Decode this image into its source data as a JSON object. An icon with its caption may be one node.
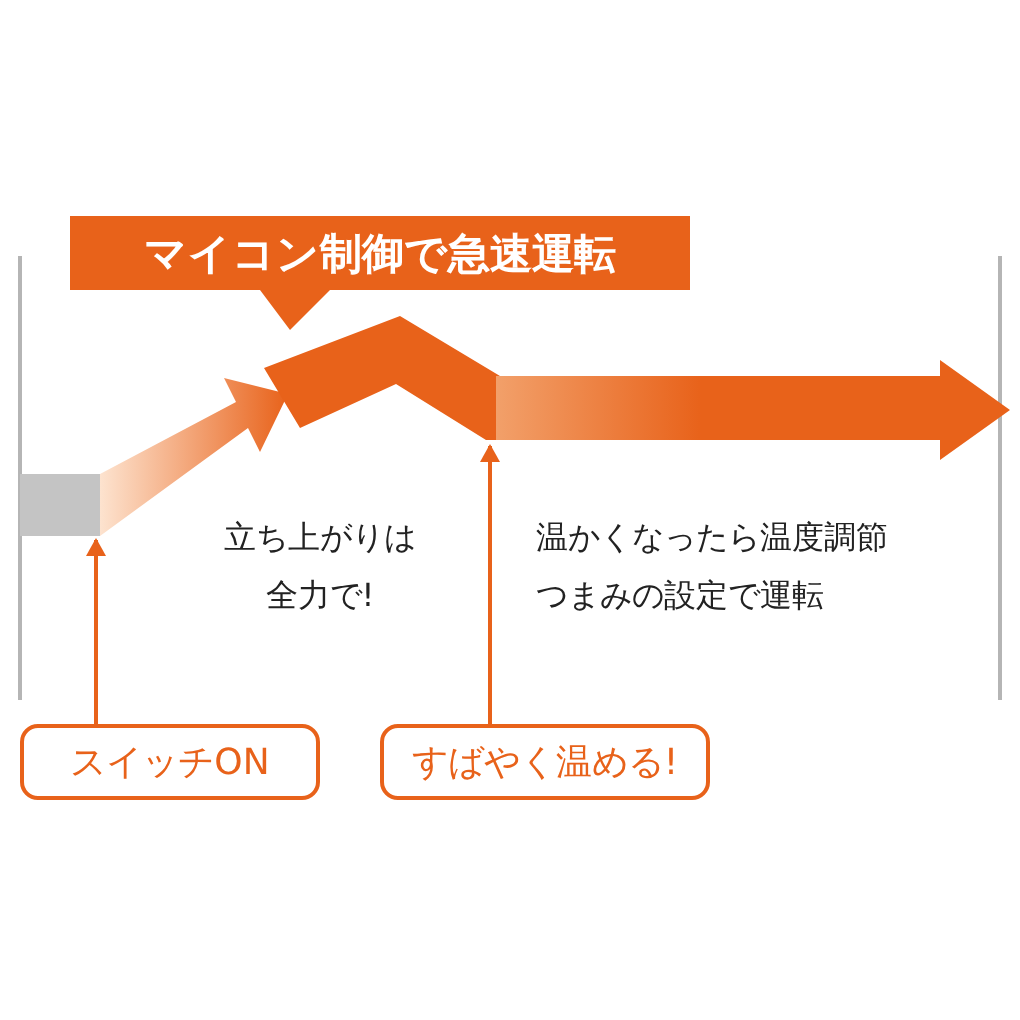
{
  "diagram": {
    "nodes": [
      {
        "text": [
          "マイコン制御で急速運転"
        ]
      },
      {
        "text": [],
        "shape": "arrow"
      },
      {
        "text": [
          "スイッチON"
        ]
      },
      {
        "text": [
          "すばやく温める!"
        ]
      }
    ],
    "edges": [
      {
        "from": 2,
        "to": 1,
        "arrow": "to"
      },
      {
        "from": 3,
        "to": 1,
        "arrow": "to"
      }
    ],
    "labels": [
      "立ち上がりは全力で!",
      "温かくなったら温度調節つまみの設定で運転"
    ]
  }
}
